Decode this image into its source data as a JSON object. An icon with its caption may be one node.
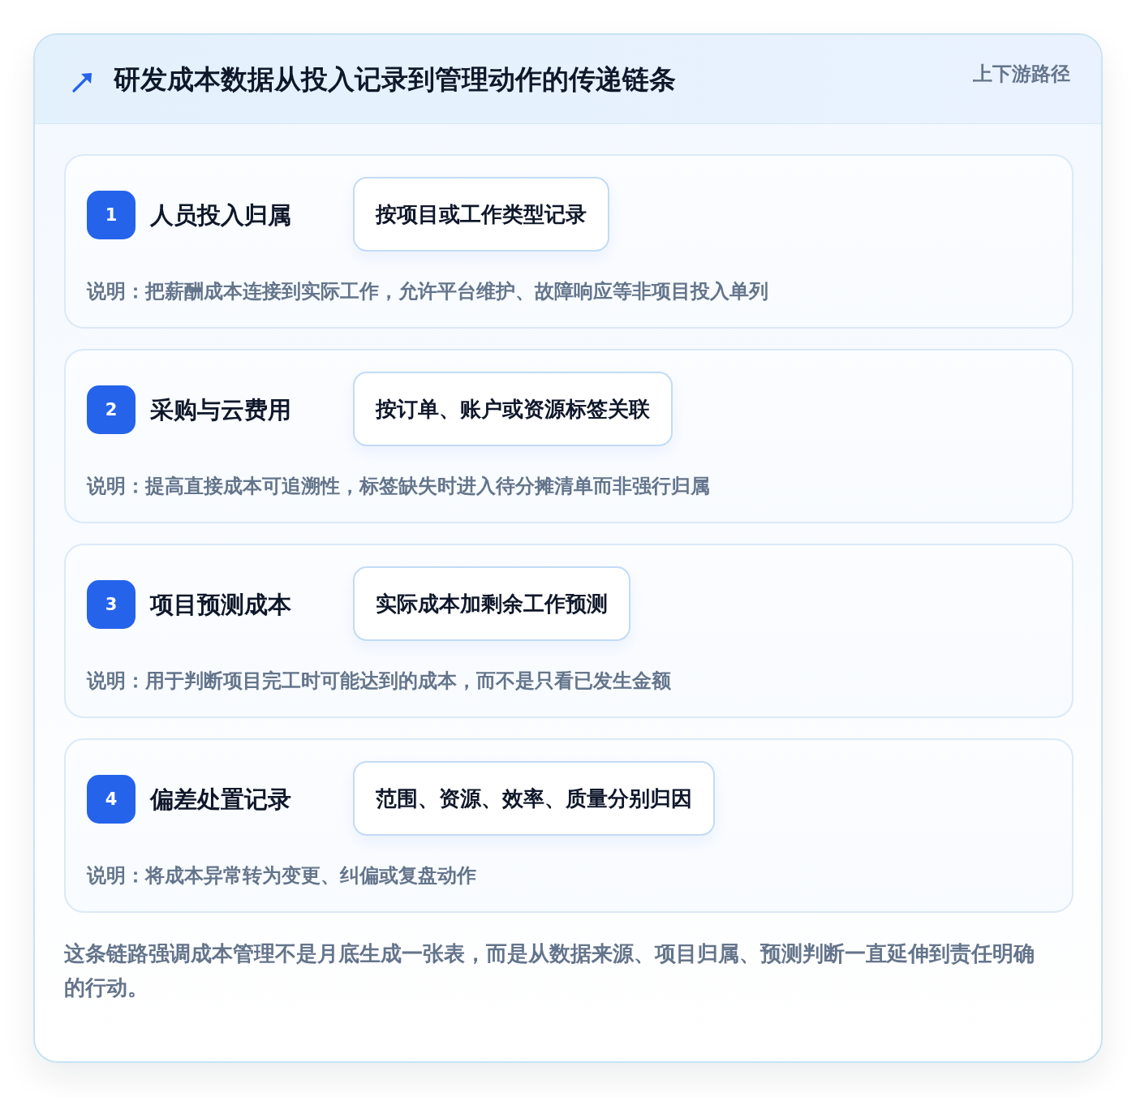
{
  "diagram": {
    "title": "研发成本数据从投入记录到管理动作的传递链条",
    "nodes": [
      {
        "text": [
          "上下游路径",
          "这条链路强调成本管理不是月底生成一张表，而是从数据来源、项目归属、预测判断一直延伸到责任明确的行动。"
        ]
      },
      {
        "text": [
          "人员投入归属",
          "说明：把薪酬成本连接到实际工作，允许平台维护、故障响应等非项目投入单列"
        ],
        "in": 0
      },
      {
        "text": [
          "1"
        ],
        "in": 1
      },
      {
        "text": [
          "按项目或工作类型记录"
        ],
        "in": 1
      },
      {
        "text": [
          "采购与云费用",
          "说明：提高直接成本可追溯性，标签缺失时进入待分摊清单而非强行归属"
        ],
        "in": 0
      },
      {
        "text": [
          "2"
        ],
        "in": 4
      },
      {
        "text": [
          "按订单、账户或资源标签关联"
        ],
        "in": 4
      },
      {
        "text": [
          "项目预测成本",
          "说明：用于判断项目完工时可能达到的成本，而不是只看已发生金额"
        ],
        "in": 0
      },
      {
        "text": [
          "3"
        ],
        "in": 7
      },
      {
        "text": [
          "实际成本加剩余工作预测"
        ],
        "in": 7
      },
      {
        "text": [
          "偏差处置记录",
          "说明：将成本异常转为变更、纠偏或复盘动作"
        ],
        "in": 0
      },
      {
        "text": [
          "4"
        ],
        "in": 10
      },
      {
        "text": [
          "范围、资源、效率、质量分别归因"
        ],
        "in": 10
      }
    ]
  }
}
